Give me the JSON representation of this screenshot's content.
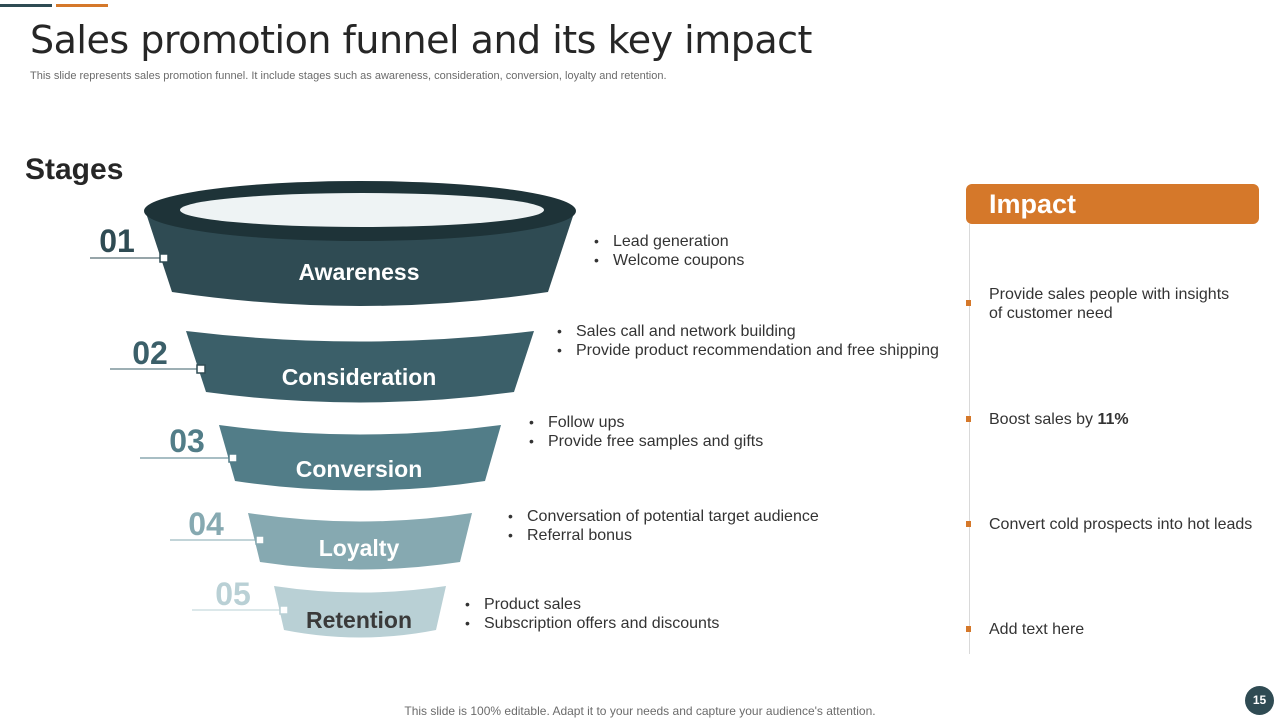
{
  "slide": {
    "title": "Sales promotion funnel and its key impact",
    "subtitle": "This slide represents sales promotion funnel. It include stages such as awareness, consideration, conversion, loyalty and retention.",
    "footer": "This slide is 100% editable. Adapt it to your needs and capture your audience's attention.",
    "page_number": "15"
  },
  "stages": {
    "heading": "Stages",
    "items": [
      {
        "number": "01",
        "label": "Awareness",
        "color": "#2f4b53",
        "bullets": [
          "Lead generation",
          "Welcome coupons"
        ]
      },
      {
        "number": "02",
        "label": "Consideration",
        "color": "#3b5f69",
        "bullets": [
          "Sales call and network building",
          "Provide product recommendation and free shipping"
        ]
      },
      {
        "number": "03",
        "label": "Conversion",
        "color": "#527d88",
        "bullets": [
          "Follow ups",
          "Provide free samples and gifts"
        ]
      },
      {
        "number": "04",
        "label": "Loyalty",
        "color": "#86a9b1",
        "bullets": [
          "Conversation of potential target audience",
          "Referral bonus"
        ]
      },
      {
        "number": "05",
        "label": "Retention",
        "color": "#b9d0d5",
        "bullets": [
          "Product sales",
          "Subscription offers and discounts"
        ]
      }
    ]
  },
  "impact": {
    "heading": "Impact",
    "items": [
      {
        "text": "Provide sales people with insights of customer need",
        "bold": ""
      },
      {
        "text": "Boost sales by ",
        "bold": "11%"
      },
      {
        "text": "Convert cold prospects into hot leads",
        "bold": ""
      },
      {
        "text": "Add text here",
        "bold": ""
      }
    ]
  },
  "colors": {
    "accent": "#d5782a",
    "dark": "#2f4b53",
    "stage_number_colors": [
      "#2f4b53",
      "#3b5f69",
      "#527d88",
      "#86a9b1",
      "#b9d0d5"
    ]
  }
}
